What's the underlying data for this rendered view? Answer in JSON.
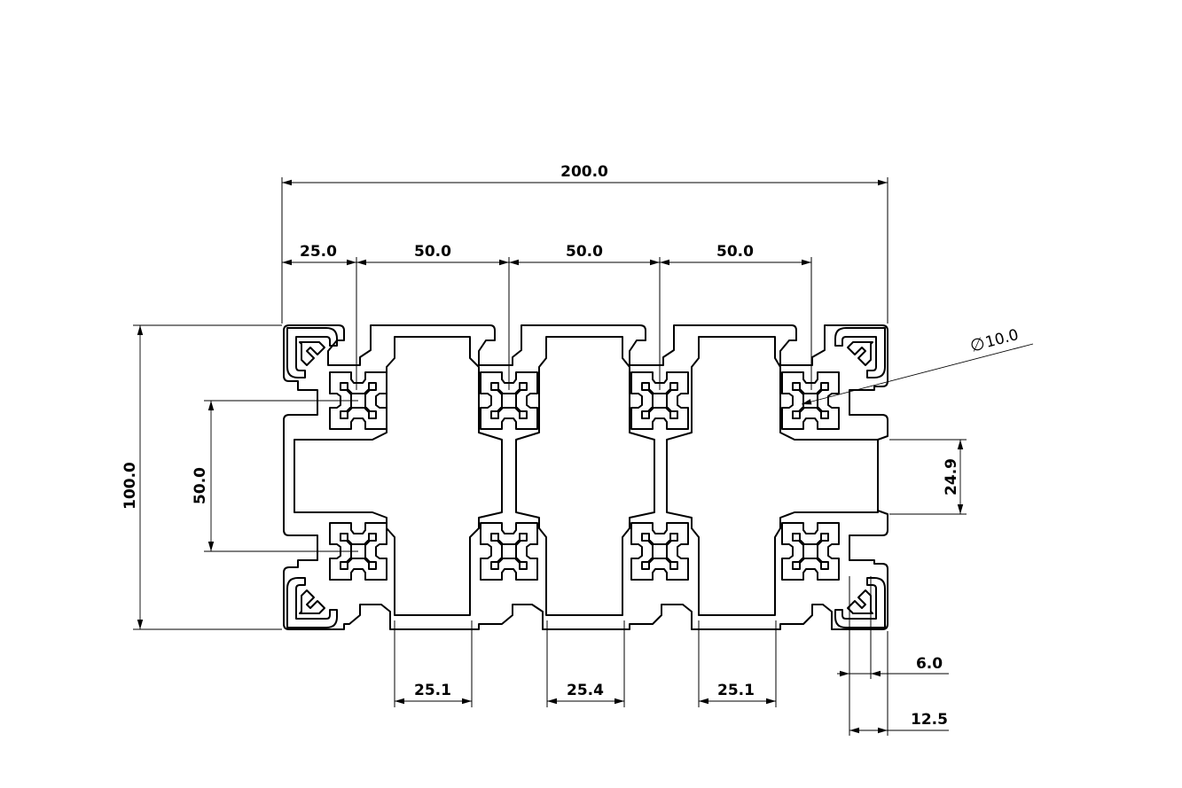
{
  "drawing": {
    "dimensions": {
      "overall_width": "200.0",
      "first_slot_offset": "25.0",
      "slot_pitch_1": "50.0",
      "slot_pitch_2": "50.0",
      "slot_pitch_3": "50.0",
      "overall_height": "100.0",
      "vertical_slot_pitch": "50.0",
      "core_height": "24.9",
      "diameter": "10.0",
      "opening_left": "25.1",
      "opening_center": "25.4",
      "opening_right": "25.1",
      "slot_width": "6.0",
      "slot_offset": "12.5"
    },
    "symbols": {
      "diameter_symbol": "∅"
    }
  }
}
